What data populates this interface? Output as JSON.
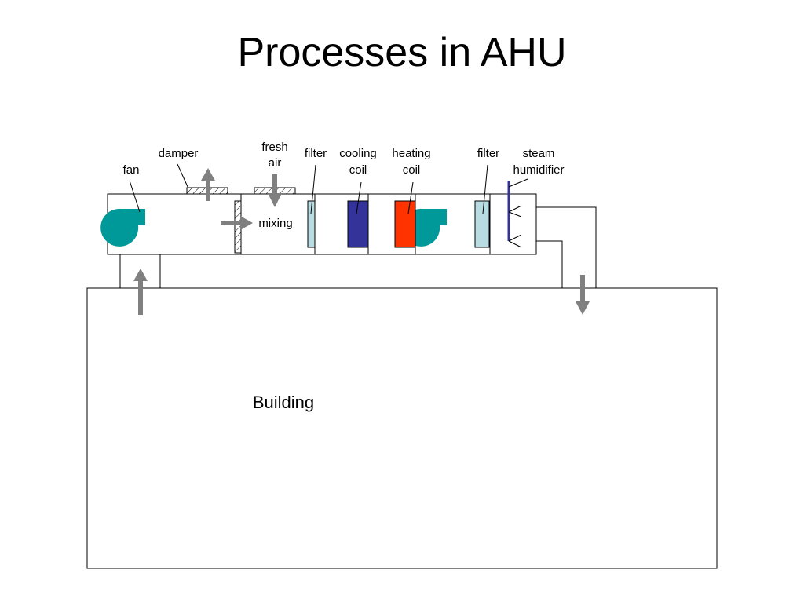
{
  "title": "Processes in AHU",
  "labels": {
    "fan": "fan",
    "damper": "damper",
    "fresh_air_1": "fresh",
    "fresh_air_2": "air",
    "filter_1": "filter",
    "cooling_coil_1": "cooling",
    "cooling_coil_2": "coil",
    "heating_coil_1": "heating",
    "heating_coil_2": "coil",
    "filter_2": "filter",
    "steam_humidifier_1": "steam",
    "steam_humidifier_2": "humidifier",
    "mixing": "mixing",
    "building": "Building"
  },
  "colors": {
    "fan": "#009999",
    "filter": "#b7dde3",
    "cooling_coil": "#333399",
    "heating_coil": "#ff3300",
    "humidifier": "#333399",
    "arrow": "#808080"
  }
}
